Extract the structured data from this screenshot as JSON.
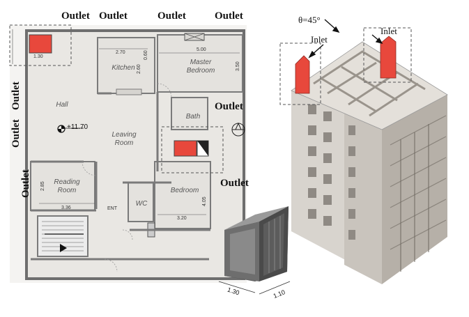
{
  "outlet_label": "Outlet",
  "inlet_label": "Inlet",
  "angle_label": "θ=45°",
  "rooms": {
    "kitchen": "Kitchen",
    "master_bedroom_1": "Master",
    "master_bedroom_2": "Bedroom",
    "hall": "Hall",
    "leaving_room_1": "Leaving",
    "leaving_room_2": "Room",
    "bath": "Bath",
    "reading_room_1": "Reading",
    "reading_room_2": "Room",
    "wc": "WC",
    "bedroom": "Bedroom"
  },
  "level_label": "+11.70",
  "entry_label": "ENT",
  "dimensions": {
    "shaft_w": "1.30",
    "kitchen_w": "2.70",
    "kitchen_d1": "0.60",
    "kitchen_d2": "2.60",
    "master_w": "5.00",
    "master_d": "3.50",
    "reading_h": "2.85",
    "reading_w": "3.36",
    "bedroom_w": "3.20",
    "bedroom_d": "4.05",
    "model_w": "1.30",
    "model_d": "1.10"
  },
  "colors": {
    "shaft_red": "#e8483c",
    "floor": "#e8e6e2",
    "wall": "#8a8a8a"
  }
}
